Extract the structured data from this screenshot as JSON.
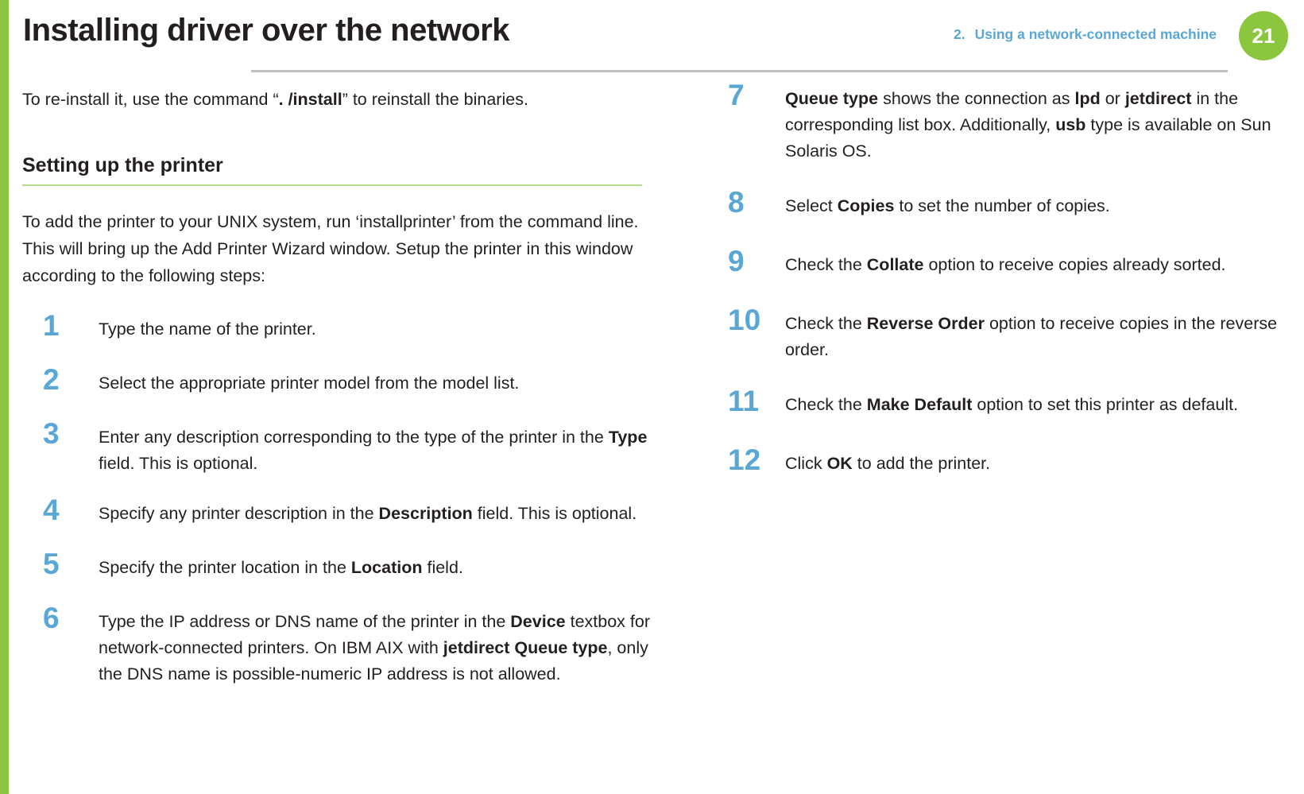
{
  "header": {
    "title": "Installing driver over the network",
    "chapter_number": "2.",
    "chapter_title": "Using a network-connected machine",
    "page_number": "21"
  },
  "left_column": {
    "intro_paragraph_prefix": "To re-install it, use the command “",
    "intro_paragraph_bold": ". /install",
    "intro_paragraph_suffix": "” to reinstall the binaries.",
    "section_heading": "Setting up the printer",
    "section_intro": "To add the printer to your UNIX system, run ‘installprinter’ from the command line. This will bring up the Add Printer Wizard window. Setup the printer in this window according to the following steps:",
    "steps": [
      {
        "number": "1",
        "text": "Type the name of the printer."
      },
      {
        "number": "2",
        "text": "Select the appropriate printer model from the model list."
      },
      {
        "number": "3",
        "text_1": "Enter any description corresponding to the type of the printer in the ",
        "bold_1": "Type",
        "text_2": " field. This is optional."
      },
      {
        "number": "4",
        "text_1": "Specify any printer description in the ",
        "bold_1": "Description",
        "text_2": " field. This is optional."
      },
      {
        "number": "5",
        "text_1": "Specify the printer location in the ",
        "bold_1": "Location",
        "text_2": " field."
      },
      {
        "number": "6",
        "text_1": "Type the IP address or DNS name of the printer in the ",
        "bold_1": "Device",
        "text_2": " textbox for network-connected printers. On IBM AIX with ",
        "bold_2": "jetdirect Queue type",
        "text_3": ", only the DNS name is possible-numeric IP address is not allowed."
      }
    ]
  },
  "right_column": {
    "steps": [
      {
        "number": "7",
        "bold_1": "Queue type",
        "text_1": " shows the connection as ",
        "bold_2": "lpd",
        "text_2": " or ",
        "bold_3": "jetdirect",
        "text_3": " in the corresponding list box. Additionally, ",
        "bold_4": "usb",
        "text_4": " type is available on Sun Solaris OS."
      },
      {
        "number": "8",
        "text_1": "Select ",
        "bold_1": "Copies",
        "text_2": " to set the number of copies."
      },
      {
        "number": "9",
        "text_1": "Check the ",
        "bold_1": "Collate",
        "text_2": " option to receive copies already sorted."
      },
      {
        "number": "10",
        "text_1": "Check the ",
        "bold_1": "Reverse Order",
        "text_2": " option to receive copies in the reverse order."
      },
      {
        "number": "11",
        "text_1": "Check the ",
        "bold_1": "Make Default",
        "text_2": " option to set this printer as default."
      },
      {
        "number": "12",
        "text_1": "Click ",
        "bold_1": "OK",
        "text_2": " to add the printer."
      }
    ]
  },
  "colors": {
    "accent_green": "#8cc63e",
    "accent_blue": "#5aa7d6",
    "text": "#231f20",
    "rule_gray": "#bfbfbf",
    "rule_green_light": "#b9d98a"
  }
}
